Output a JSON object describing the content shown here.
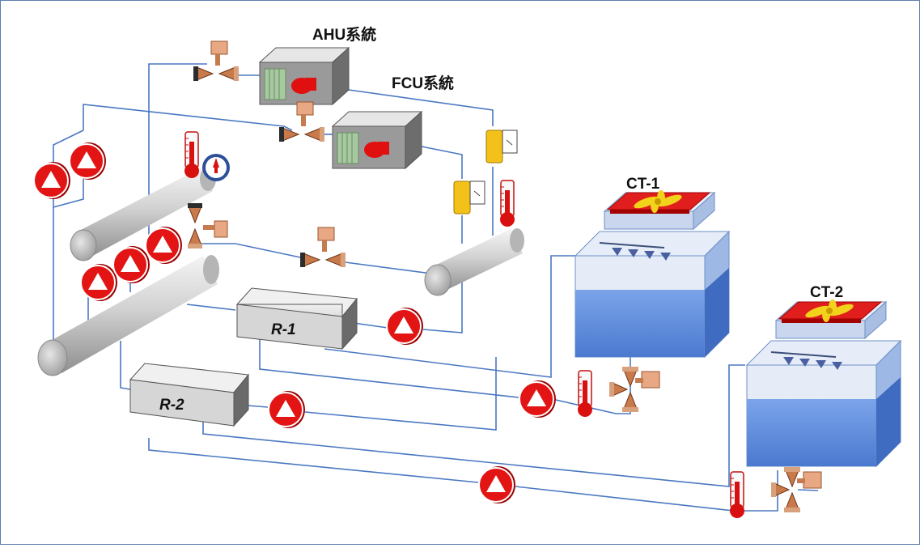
{
  "labels": {
    "ahu": "AHU系統",
    "fcu": "FCU系統",
    "ct1": "CT-1",
    "ct2": "CT-2",
    "r1": "R-1",
    "r2": "R-2"
  },
  "colors": {
    "pipe": "#4a78c2",
    "pump_red": "#e01010",
    "header_gray": "#c9c9c9",
    "valve_copper": "#d9895a",
    "tower_water": "#5b8fe0",
    "fan_yellow": "#f2d21a",
    "meter_yellow": "#f3c21a"
  },
  "icons": [
    "pump-icon",
    "thermometer-icon",
    "pressure-gauge-icon",
    "two-way-valve-icon",
    "three-way-valve-icon",
    "flow-meter-icon",
    "fan-icon"
  ]
}
